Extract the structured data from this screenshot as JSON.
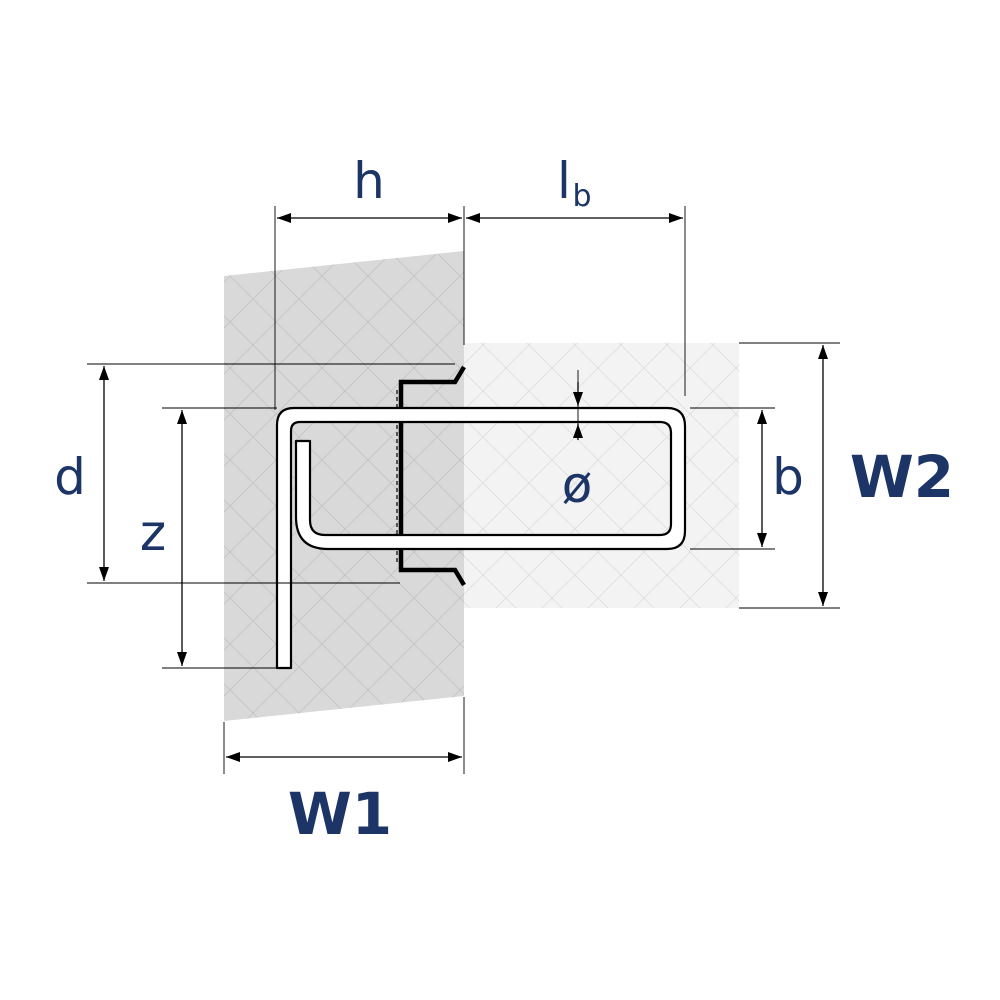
{
  "diagram": {
    "labels": {
      "h": "h",
      "lb_main": "l",
      "lb_sub": "b",
      "d": "d",
      "z": "z",
      "diameter": "ø",
      "b": "b",
      "w1": "W1",
      "w2": "W2"
    },
    "colors": {
      "label": "#1c3566",
      "wall1_fill": "#d9d9d9",
      "wall2_fill": "#f3f3f3",
      "line": "#000000"
    }
  }
}
